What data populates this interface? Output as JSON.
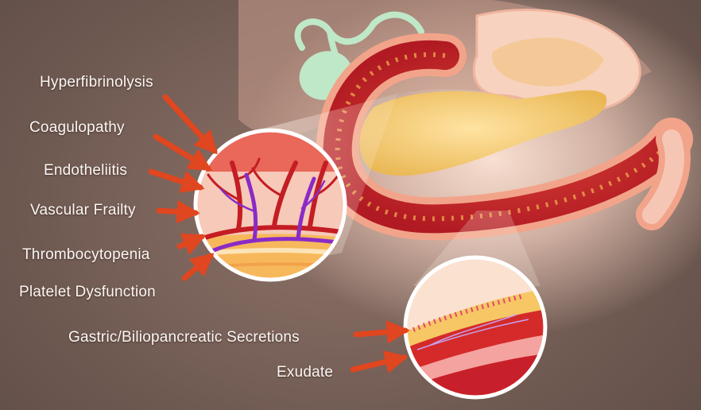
{
  "labels": {
    "hyperfibrinolysis": "Hyperfibrinolysis",
    "coagulopathy": "Coagulopathy",
    "endotheliitis": "Endotheliitis",
    "vascular_frailty": "Vascular Frailty",
    "thrombocytopenia": "Thrombocytopenia",
    "platelet_dysfunction": "Platelet Dysfunction",
    "secretions": "Gastric/Biliopancreatic Secretions",
    "exudate": "Exudate"
  },
  "colors": {
    "background": "#6f5a52",
    "arrow": "#e0461f",
    "label_text": "#fbf7f4",
    "bowel_wall": "#f2a48a",
    "inflamed_mucosa": "#c8202a",
    "pancreas": "#f3c567",
    "gallbladder": "#bfe8c8",
    "vessel_artery": "#c41d23",
    "vessel_vein": "#8a2bc6"
  }
}
